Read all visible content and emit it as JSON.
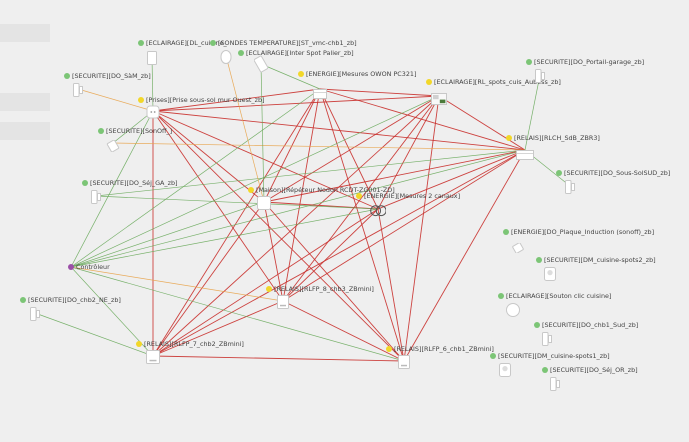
{
  "colors": {
    "background": "#efefef",
    "online": "#7cc576",
    "router": "#f2d729",
    "coordinator": "#9b4fa8",
    "link_good": "#6aaa5c",
    "link_medium": "#e8a34a",
    "link_weak": "#c9302c",
    "device_body": "#ffffff",
    "device_outline": "#c8c8c8"
  },
  "nodes": [
    {
      "id": "coord",
      "label": "Contrôleur",
      "status": "coordinator",
      "icon": "none"
    },
    {
      "id": "n1",
      "label": "[ECLAIRAGE][DL_cuisine_",
      "status": "online",
      "icon": "rect-icon"
    },
    {
      "id": "n2",
      "label": "[SONDES TEMPERATURE][ST_vmc-chb1_zb]",
      "status": "online",
      "icon": "round-sensor-icon"
    },
    {
      "id": "n3",
      "label": "[ECLAIRAGE][Inter Spot Palier_zb]",
      "status": "online",
      "icon": "tilted-box-icon"
    },
    {
      "id": "n4",
      "label": "[SECURITE][DO_SàM_zb]",
      "status": "online",
      "icon": "door-sensor-icon"
    },
    {
      "id": "n5",
      "label": "[ENERGIE][Mesures OWON PC321]",
      "status": "router",
      "icon": "din-module-icon"
    },
    {
      "id": "n6",
      "label": "[ECLAIRAGE][RL_spots_cuis_Aubess_zb]",
      "status": "router",
      "icon": "relay-board-icon"
    },
    {
      "id": "n7",
      "label": "[SECURITE][DO_Portail-garage_zb]",
      "status": "online",
      "icon": "door-sensor-icon"
    },
    {
      "id": "n8",
      "label": "[Prises][Prise sous-sol mur Ouest_zb]",
      "status": "router",
      "icon": "plug-icon"
    },
    {
      "id": "n9",
      "label": "[SECURITE][SonOff_]",
      "status": "online",
      "icon": "tilted-box-icon"
    },
    {
      "id": "n10",
      "label": "[RELAIS][RLCH_SdB_ZBR3]",
      "status": "router",
      "icon": "din-module-icon"
    },
    {
      "id": "n11",
      "label": "[SECURITE][DO_Séj_GA_zb]",
      "status": "online",
      "icon": "door-sensor-icon"
    },
    {
      "id": "n12",
      "label": "[SECURITE][DO_Sous-SolSUD_zb]",
      "status": "online",
      "icon": "door-sensor-icon"
    },
    {
      "id": "n13",
      "label": "[Maison][Répéteur Nodon RCDT-ZG001-ZD]",
      "status": "router",
      "icon": "square-box-icon"
    },
    {
      "id": "n14",
      "label": "[ENERGIE][Mesures 2 canaux]",
      "status": "router",
      "icon": "clamp-icon"
    },
    {
      "id": "n15",
      "label": "[ENERGIE][DO_Plaque_Induction (sonoff)_zb]",
      "status": "online",
      "icon": "tilted-box-icon"
    },
    {
      "id": "n16",
      "label": "[SECURITE][DM_cuisine-spots2_zb]",
      "status": "online",
      "icon": "motion-sensor-icon"
    },
    {
      "id": "n17",
      "label": "[ECLAIRAGE][Souton clic cuisine]",
      "status": "online",
      "icon": "round-button-icon"
    },
    {
      "id": "n18",
      "label": "[RELAIS][RLFP_8_chb3_ZBmini]",
      "status": "router",
      "icon": "mini-relay-icon"
    },
    {
      "id": "n19",
      "label": "[SECURITE][DO_chb2_NE_zb]",
      "status": "online",
      "icon": "door-sensor-icon"
    },
    {
      "id": "n20",
      "label": "[SECURITE][DO_chb1_Sud_zb]",
      "status": "online",
      "icon": "door-sensor-icon"
    },
    {
      "id": "n21",
      "label": "[RELAIS][RLFP_7_chb2_ZBmini]",
      "status": "router",
      "icon": "mini-relay-icon"
    },
    {
      "id": "n22",
      "label": "[RELAIS][RLFP_6_chb1_ZBmini]",
      "status": "router",
      "icon": "mini-relay-icon"
    },
    {
      "id": "n23",
      "label": "[SECURITE][DM_cuisine-spots1_zb]",
      "status": "online",
      "icon": "motion-sensor-icon"
    },
    {
      "id": "n24",
      "label": "[SECURITE][DO_Séj_OR_zb]",
      "status": "online",
      "icon": "door-sensor-icon"
    }
  ],
  "links": [
    [
      "n8",
      "n5",
      "weak"
    ],
    [
      "n8",
      "n6",
      "weak"
    ],
    [
      "n8",
      "n10",
      "weak"
    ],
    [
      "n8",
      "n13",
      "weak"
    ],
    [
      "n8",
      "n14",
      "weak"
    ],
    [
      "n8",
      "n18",
      "weak"
    ],
    [
      "n8",
      "n21",
      "weak"
    ],
    [
      "n8",
      "n22",
      "weak"
    ],
    [
      "n8",
      "coord",
      "good"
    ],
    [
      "n8",
      "n4",
      "medium"
    ],
    [
      "n8",
      "n9",
      "good"
    ],
    [
      "n8",
      "n1",
      "good"
    ],
    [
      "n5",
      "n6",
      "weak"
    ],
    [
      "n5",
      "n10",
      "weak"
    ],
    [
      "n5",
      "n13",
      "weak"
    ],
    [
      "n5",
      "n14",
      "weak"
    ],
    [
      "n5",
      "n18",
      "weak"
    ],
    [
      "n5",
      "n21",
      "weak"
    ],
    [
      "n5",
      "n22",
      "weak"
    ],
    [
      "n5",
      "coord",
      "good"
    ],
    [
      "n5",
      "n3",
      "good"
    ],
    [
      "n6",
      "n10",
      "weak"
    ],
    [
      "n6",
      "n13",
      "weak"
    ],
    [
      "n6",
      "n14",
      "weak"
    ],
    [
      "n6",
      "n18",
      "weak"
    ],
    [
      "n6",
      "n21",
      "weak"
    ],
    [
      "n6",
      "n22",
      "weak"
    ],
    [
      "n6",
      "coord",
      "good"
    ],
    [
      "n10",
      "n13",
      "weak"
    ],
    [
      "n10",
      "n14",
      "weak"
    ],
    [
      "n10",
      "n18",
      "weak"
    ],
    [
      "n10",
      "n21",
      "weak"
    ],
    [
      "n10",
      "n22",
      "weak"
    ],
    [
      "n10",
      "coord",
      "good"
    ],
    [
      "n10",
      "n7",
      "good"
    ],
    [
      "n10",
      "n12",
      "good"
    ],
    [
      "n10",
      "n11",
      "good"
    ],
    [
      "n10",
      "n9",
      "medium"
    ],
    [
      "n13",
      "n14",
      "weak"
    ],
    [
      "n13",
      "n18",
      "weak"
    ],
    [
      "n13",
      "n21",
      "weak"
    ],
    [
      "n13",
      "n22",
      "weak"
    ],
    [
      "n13",
      "coord",
      "good"
    ],
    [
      "n13",
      "n2",
      "medium"
    ],
    [
      "n13",
      "n3",
      "good"
    ],
    [
      "n14",
      "n18",
      "weak"
    ],
    [
      "n14",
      "n21",
      "weak"
    ],
    [
      "n14",
      "n22",
      "weak"
    ],
    [
      "n14",
      "coord",
      "good"
    ],
    [
      "n14",
      "n11",
      "good"
    ],
    [
      "n18",
      "n21",
      "weak"
    ],
    [
      "n18",
      "n22",
      "weak"
    ],
    [
      "n18",
      "coord",
      "medium"
    ],
    [
      "n21",
      "n22",
      "weak"
    ],
    [
      "n21",
      "coord",
      "good"
    ],
    [
      "n21",
      "n19",
      "good"
    ],
    [
      "n22",
      "coord",
      "good"
    ]
  ]
}
